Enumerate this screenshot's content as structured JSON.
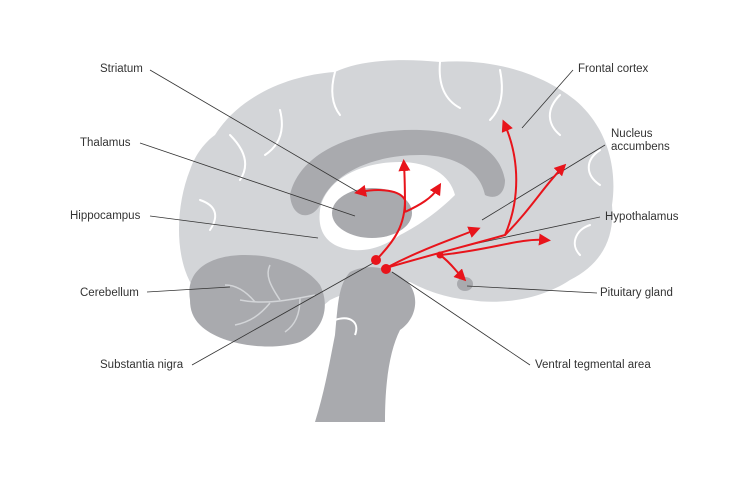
{
  "labels": {
    "striatum": "Striatum",
    "thalamus": "Thalamus",
    "hippocampus": "Hippocampus",
    "cerebellum": "Cerebellum",
    "substantia_nigra": "Substantia nigra",
    "frontal_cortex": "Frontal cortex",
    "nucleus_accumbens_1": "Nucleus",
    "nucleus_accumbens_2": "accumbens",
    "hypothalamus": "Hypothalamus",
    "pituitary_gland": "Pituitary gland",
    "ventral_tegmental_area": "Ventral tegmental area"
  },
  "colors": {
    "cortex": "#d3d5d8",
    "deep": "#a9aaae",
    "pathway": "#e8141b",
    "leader": "#333333"
  }
}
